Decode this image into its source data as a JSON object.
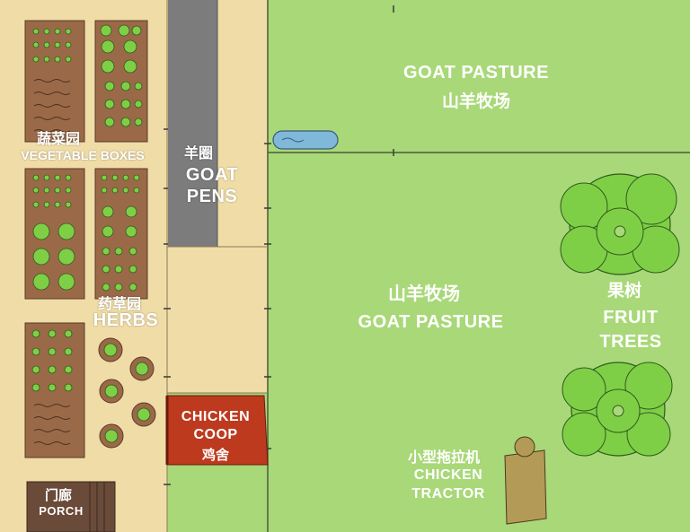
{
  "map": {
    "colors": {
      "pasture": "#a9d878",
      "path": "#f0dca6",
      "bed": "#9a6a48",
      "road": "#7c7c7c",
      "coop": "#bd3a1f",
      "tractor": "#b39a57",
      "tree": "#7fcf46",
      "pond": "#7fb8d8",
      "porch": "#6a4a38"
    },
    "labels": {
      "pasture_top_en": "GOAT PASTURE",
      "pasture_top_zh": "山羊牧场",
      "pasture_main_zh": "山羊牧场",
      "pasture_main_en": "GOAT PASTURE",
      "veg_zh": "蔬菜园",
      "veg_en": "VEGETABLE BOXES",
      "pens_zh": "羊圈",
      "pens_en_1": "GOAT",
      "pens_en_2": "PENS",
      "herbs_zh": "药草园",
      "herbs_en": "HERBS",
      "coop_en_1": "CHICKEN",
      "coop_en_2": "COOP",
      "coop_zh": "鸡舍",
      "fruit_zh": "果树",
      "fruit_en_1": "FRUIT",
      "fruit_en_2": "TREES",
      "tractor_zh": "小型拖拉机",
      "tractor_en_1": "CHICKEN",
      "tractor_en_2": "TRACTOR",
      "porch_zh": "门廊",
      "porch_en": "PORCH"
    }
  }
}
